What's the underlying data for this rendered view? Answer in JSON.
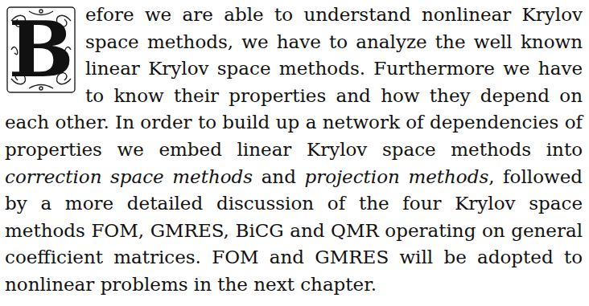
{
  "diagram": {
    "labels": [
      "B",
      "efore we are able to understand nonlinear Krylov space methods, we have to analyze the well known linear Krylov space methods. Furthermore we have to know their properties and how they depend on each other. In order to build up a network of dependencies of properties we embed linear Krylov space methods into",
      "correction space methods",
      "and",
      "projection methods",
      ", followed by a more detailed discussion of the four Krylov space methods FOM, GMRES, BiCG and QMR operating on general coefficient matrices. FOM and GMRES will be adopted to nonlinear problems in the next chapter."
    ]
  }
}
